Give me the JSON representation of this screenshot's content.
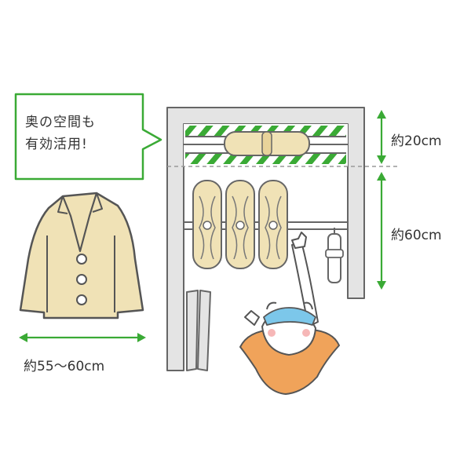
{
  "callout": {
    "line1": "奥の空間も",
    "line2": "有効活用!"
  },
  "dimensions": {
    "upper_depth": "約20cm",
    "lower_depth": "約60cm",
    "jacket_width": "約55〜60cm"
  },
  "colors": {
    "accent_green": "#3aaa35",
    "closet_frame": "#e4e4e4",
    "outline": "#555555",
    "garment_fill": "#f0e2b6",
    "hair": "#f0a35a",
    "cap": "#7cc7ea"
  }
}
